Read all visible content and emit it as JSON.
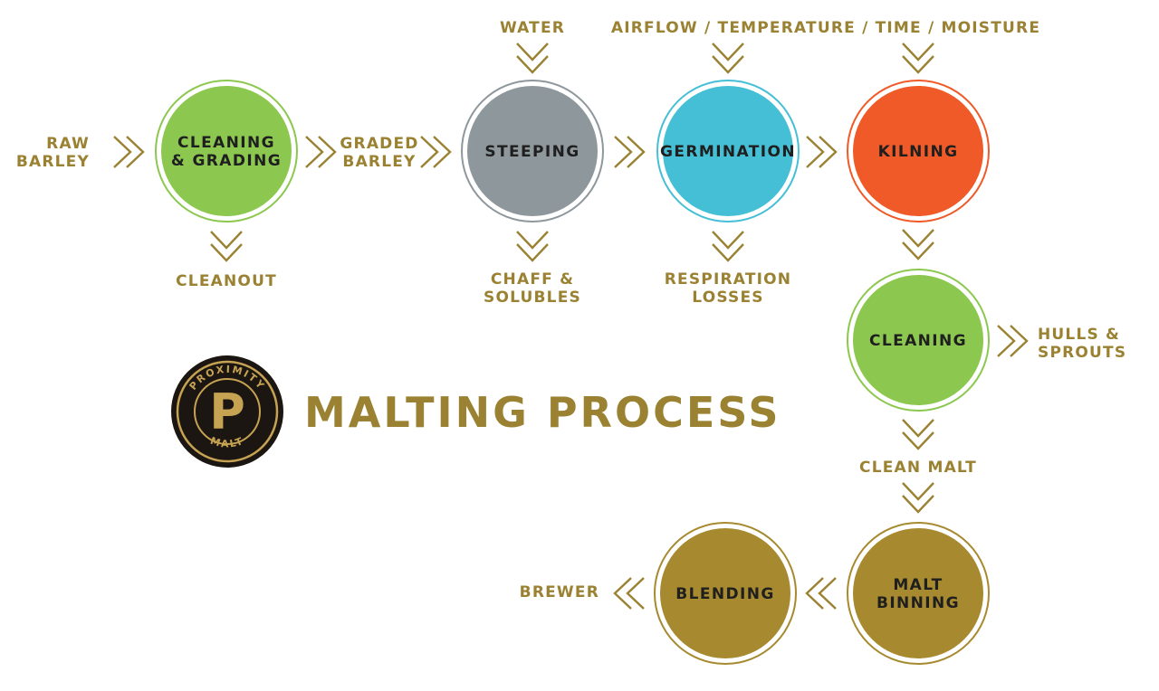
{
  "title": "MALTING PROCESS",
  "logo": {
    "top": "PROXIMITY",
    "letter": "P",
    "bottom": "MALT"
  },
  "colors": {
    "accent": "#9a8232",
    "cleaning": "#8cc84f",
    "steeping": "#8e979b",
    "germination": "#45bfd6",
    "kilning": "#ef5a28",
    "bronze": "#a78a2f"
  },
  "nodes": {
    "cleaning_grading": [
      "CLEANING",
      "& GRADING"
    ],
    "steeping": [
      "STEEPING"
    ],
    "germination": [
      "GERMINATION"
    ],
    "kilning": [
      "KILNING"
    ],
    "cleaning": [
      "CLEANING"
    ],
    "malt_binning": [
      "MALT",
      "BINNING"
    ],
    "blending": [
      "BLENDING"
    ]
  },
  "labels": {
    "raw_barley": [
      "RAW",
      "BARLEY"
    ],
    "graded_barley": [
      "GRADED",
      "BARLEY"
    ],
    "cleanout": [
      "CLEANOUT"
    ],
    "water": [
      "WATER"
    ],
    "airflow": [
      "AIRFLOW / TEMPERATURE / TIME / MOISTURE"
    ],
    "chaff": [
      "CHAFF &",
      "SOLUBLES"
    ],
    "respiration": [
      "RESPIRATION",
      "LOSSES"
    ],
    "hulls": [
      "HULLS &",
      "SPROUTS"
    ],
    "clean_malt": [
      "CLEAN MALT"
    ],
    "brewer": [
      "BREWER"
    ]
  }
}
